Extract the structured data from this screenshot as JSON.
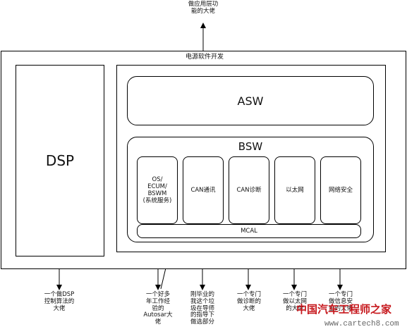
{
  "diagram": {
    "top_annotation": "做应用层功\n能的大佬",
    "outer_title": "电源软件开发",
    "dsp_label": "DSP",
    "asw_label": "ASW",
    "bsw_label": "BSW",
    "mcal_label": "MCAL",
    "modules": [
      {
        "label": "OS/\nECUM/\nBSWM\n(系统服务)"
      },
      {
        "label": "CAN通讯"
      },
      {
        "label": "CAN诊断"
      },
      {
        "label": "以太网"
      },
      {
        "label": "网络安全"
      }
    ],
    "bottom_annotations": [
      "一个做DSP\n控制算法的\n大佬",
      "一个好多\n年工作经\n验的\nAutosar大\n佬",
      "刚毕业的\n我这个垃\n圾在导师\n的指导下\n做选部分",
      "一个专门\n做诊断的\n大佬",
      "一个专门\n做以太网\n的大佬",
      "一个专门\n做信息安\n全的大佬"
    ]
  },
  "watermark": {
    "brand": "中国汽车工程师之家",
    "url": "www.cartech8.com"
  }
}
